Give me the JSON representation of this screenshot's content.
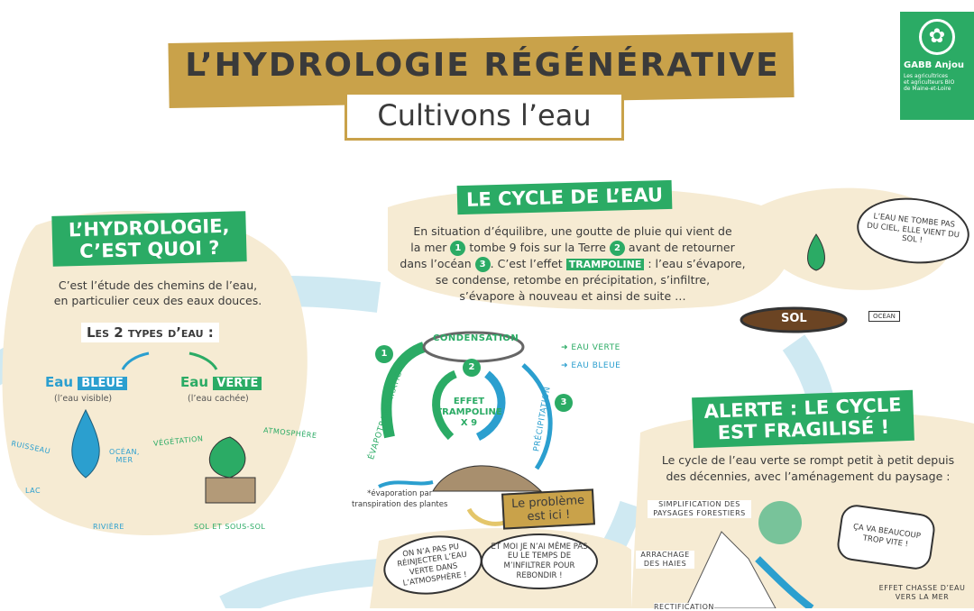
{
  "header": {
    "title": "L’HYDROLOGIE RÉGÉNÉRATIVE",
    "subtitle": "Cultivons l’eau"
  },
  "logo": {
    "name": "GABB Anjou",
    "tagline": [
      "Les agricultrices",
      "et agriculteurs BIO",
      "de Maine-et-Loire"
    ],
    "color": "#2bab65"
  },
  "colors": {
    "gold": "#c9a24a",
    "green": "#2bab65",
    "blue": "#2b9fcf",
    "beige": "#f6ebd3",
    "river": "#cfe9f2"
  },
  "section1": {
    "title_lines": [
      "L’HYDROLOGIE,",
      "C’EST QUOI ?"
    ],
    "text_lines": [
      "C’est l’étude des chemins de l’eau,",
      "en particulier ceux des eaux douces."
    ],
    "types_heading": "Les 2 types d’eau :",
    "blue": {
      "prefix": "Eau",
      "tag": "BLEUE",
      "caption": "(l’eau visible)",
      "labels": [
        "RUISSEAU",
        "LAC",
        "OCÉAN, MER",
        "RIVIÈRE"
      ]
    },
    "green": {
      "prefix": "Eau",
      "tag": "VERTE",
      "caption": "(l’eau cachée)",
      "labels": [
        "VÉGÉTATION",
        "ATMOSPHÈRE",
        "SOL ET SOUS-SOL"
      ]
    }
  },
  "section2": {
    "title": "LE CYCLE DE L’EAU",
    "text": {
      "l1": "En situation d’équilibre, une goutte de pluie qui vient de",
      "l2a": "la mer",
      "n1": "1",
      "l2b": "tombe 9 fois sur la Terre",
      "n2": "2",
      "l2c": "avant de retourner",
      "l3a": "dans l’océan",
      "n3": "3",
      "l3b": ". C’est l’effet",
      "tag": "TRAMPOLINE",
      "l3c": ": l’eau s’évapore,",
      "l4": "se condense, retombe en précipitation, s’infiltre,",
      "l5": "s’évapore à nouveau et ainsi de suite …"
    },
    "diagram": {
      "condensation": "CONDENSATION",
      "evapo": "ÉVAPOTRANSPIRATION*",
      "precip": "PRÉCIPITATION",
      "effet": [
        "EFFET",
        "TRAMPOLINE",
        "X 9"
      ],
      "legend": [
        "EAU VERTE",
        "EAU BLEUE"
      ],
      "footnote_lines": [
        "*évaporation par",
        "transpiration des plantes"
      ],
      "problem": [
        "Le problème",
        "est ici !"
      ],
      "nums": [
        "1",
        "2",
        "3"
      ]
    },
    "bubbles": [
      "ON N’A PAS PU RÉINJECTER L’EAU VERTE DANS L’ATMOSPHÈRE !",
      "ET MOI JE N’AI MÊME PAS EU LE TEMPS DE M’INFILTRER POUR REBONDIR !"
    ]
  },
  "trampoline": {
    "bubble": "L’EAU NE TOMBE PAS DU CIEL, ELLE VIENT DU SOL !",
    "sol": "SOL",
    "sign": "OCÉAN"
  },
  "section3": {
    "title_lines": [
      "ALERTE : LE CYCLE",
      "EST FRAGILISÉ !"
    ],
    "text_lines": [
      "Le cycle de l’eau verte se rompt petit à petit depuis",
      "des décennies, avec l’aménagement du paysage :"
    ],
    "labels": [
      "SIMPLIFICATION DES PAYSAGES FORESTIERS",
      "ARRACHAGE DES HAIES",
      "RECTIFICATION",
      "EFFET CHASSE D’EAU VERS LA MER"
    ],
    "bubble": "ÇA VA BEAUCOUP TROP VITE !"
  }
}
